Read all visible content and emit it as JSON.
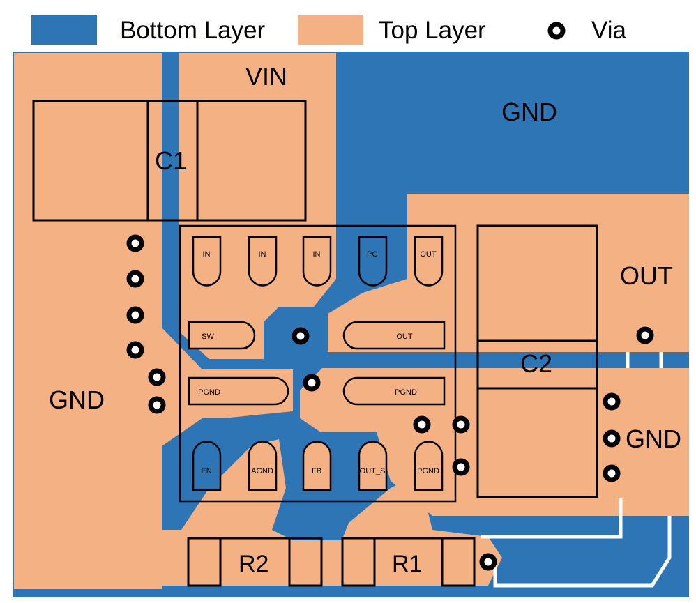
{
  "legend": {
    "bottom_layer": "Bottom Layer",
    "top_layer": "Top Layer",
    "via": "Via"
  },
  "colors": {
    "bottom_layer": "#2e75b6",
    "top_layer": "#f4b183",
    "outline": "#000000",
    "clearance": "#ffffff"
  },
  "net_labels": {
    "vin": "VIN",
    "gnd_top": "GND",
    "gnd_left": "GND",
    "out": "OUT",
    "gnd_right": "GND"
  },
  "components": {
    "c1": "C1",
    "c2": "C2",
    "r1": "R1",
    "r2": "R2"
  },
  "ic_pins": {
    "in_1": "IN",
    "in_2": "IN",
    "in_3": "IN",
    "pg": "PG",
    "out_top": "OUT",
    "sw": "SW",
    "out_mid": "OUT",
    "pgnd_left": "PGND",
    "pgnd_right": "PGND",
    "en": "EN",
    "agnd": "AGND",
    "fb": "FB",
    "out_s": "OUT_S",
    "pgnd_bottom": "PGND"
  }
}
